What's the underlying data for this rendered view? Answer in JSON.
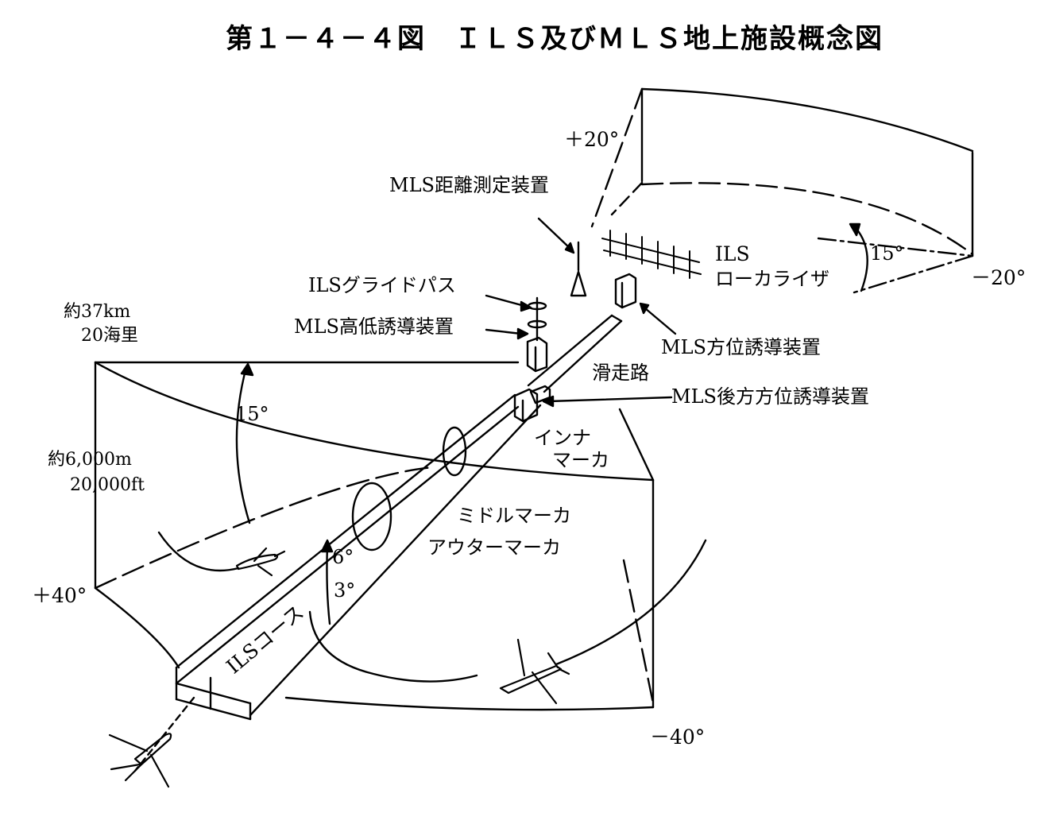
{
  "title": "第１－４－４図　ＩＬＳ及びＭＬＳ地上施設概念図",
  "labels": {
    "plus20": "＋20°",
    "mls_dme": "MLS距離測定装置",
    "ils_localizer_1": "ILS",
    "ils_localizer_2": "ローカライザ",
    "angle_15_right": "15°",
    "minus20": "－20°",
    "ils_glidepath": "ILSグライドパス",
    "mls_elevation": "MLS高低誘導装置",
    "mls_azimuth": "MLS方位誘導装置",
    "runway": "滑走路",
    "mls_back_azimuth": "MLS後方方位誘導装置",
    "range_km": "約37km",
    "range_nm": "20海里",
    "angle_15_left": "15°",
    "inner_marker_1": "インナ",
    "inner_marker_2": "マーカ",
    "altitude_m": "約6,000m",
    "altitude_ft": "20,000ft",
    "middle_marker": "ミドルマーカ",
    "outer_marker": "アウターマーカ",
    "angle_6": "6°",
    "angle_3": "3°",
    "plus40": "＋40°",
    "ils_course": "ILSコース",
    "minus40": "－40°"
  }
}
